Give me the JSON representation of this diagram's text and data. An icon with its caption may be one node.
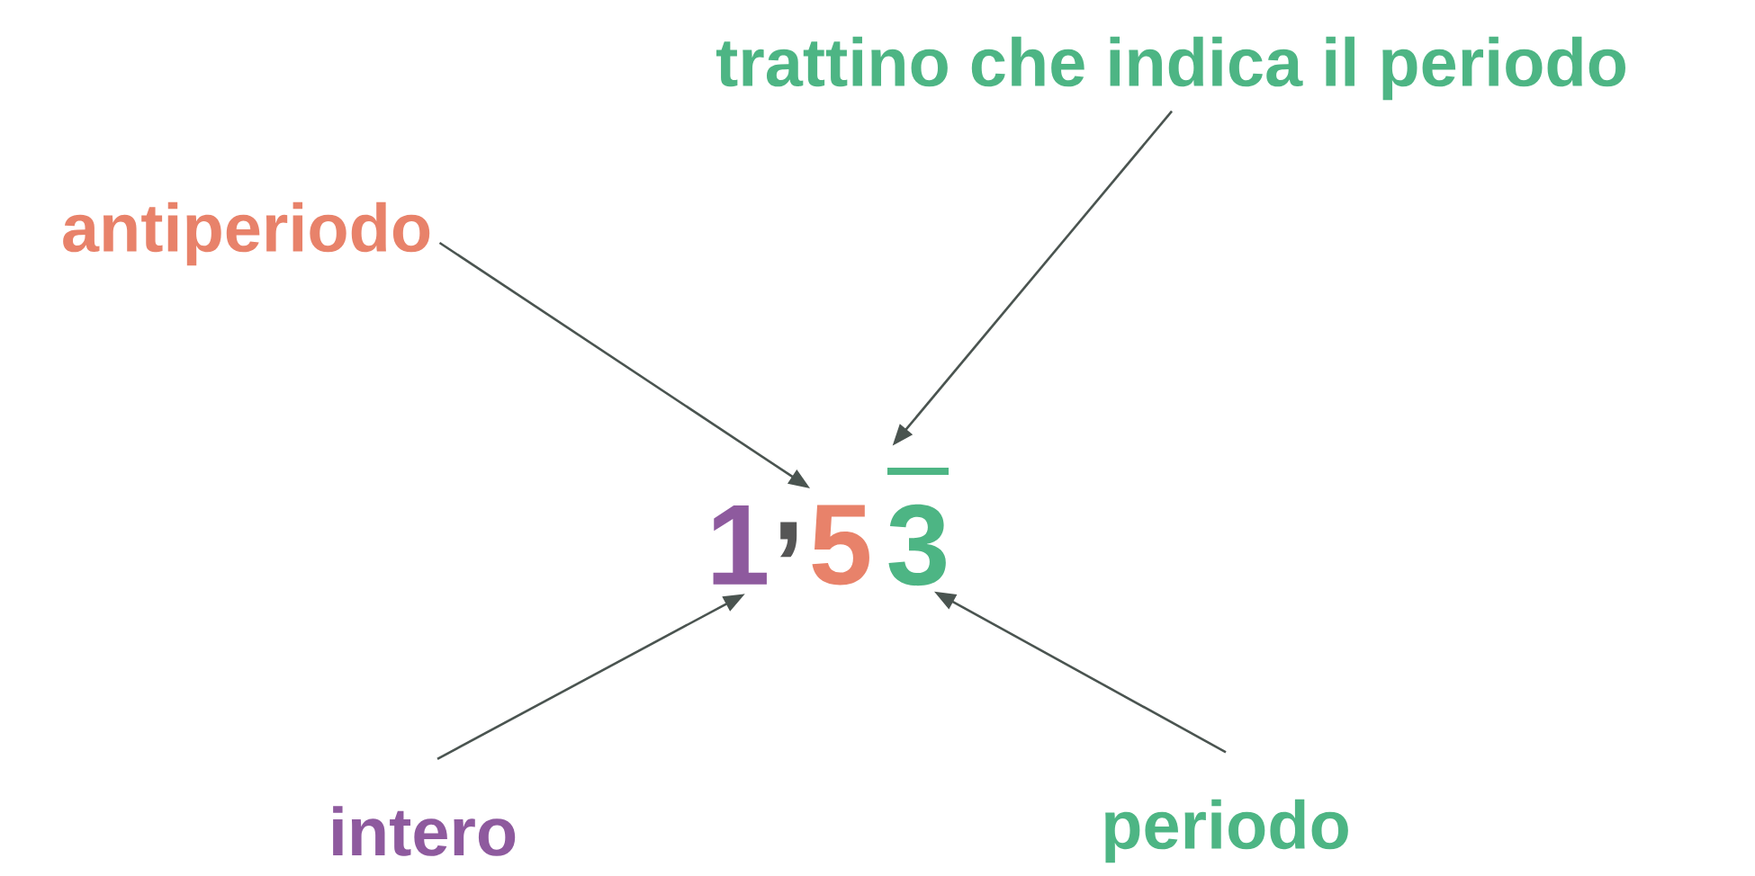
{
  "diagram": {
    "nodes": [
      {
        "text": [
          "trattino che indica il periodo"
        ]
      },
      {
        "text": [
          "antiperiodo"
        ]
      },
      {
        "text": [],
        "shape": "bar"
      },
      {
        "text": [
          "1"
        ]
      },
      {
        "text": [
          "5"
        ]
      },
      {
        "text": [
          "3"
        ]
      },
      {
        "text": [
          "intero"
        ]
      },
      {
        "text": [
          "periodo"
        ]
      }
    ],
    "edges": [
      {
        "from": 1,
        "to": 4,
        "arrow": "to"
      },
      {
        "from": 0,
        "to": 2,
        "arrow": "to"
      },
      {
        "from": 6,
        "to": 3,
        "arrow": "to"
      },
      {
        "from": 7,
        "to": 5,
        "arrow": "to"
      }
    ],
    "labels": [
      ","
    ]
  }
}
